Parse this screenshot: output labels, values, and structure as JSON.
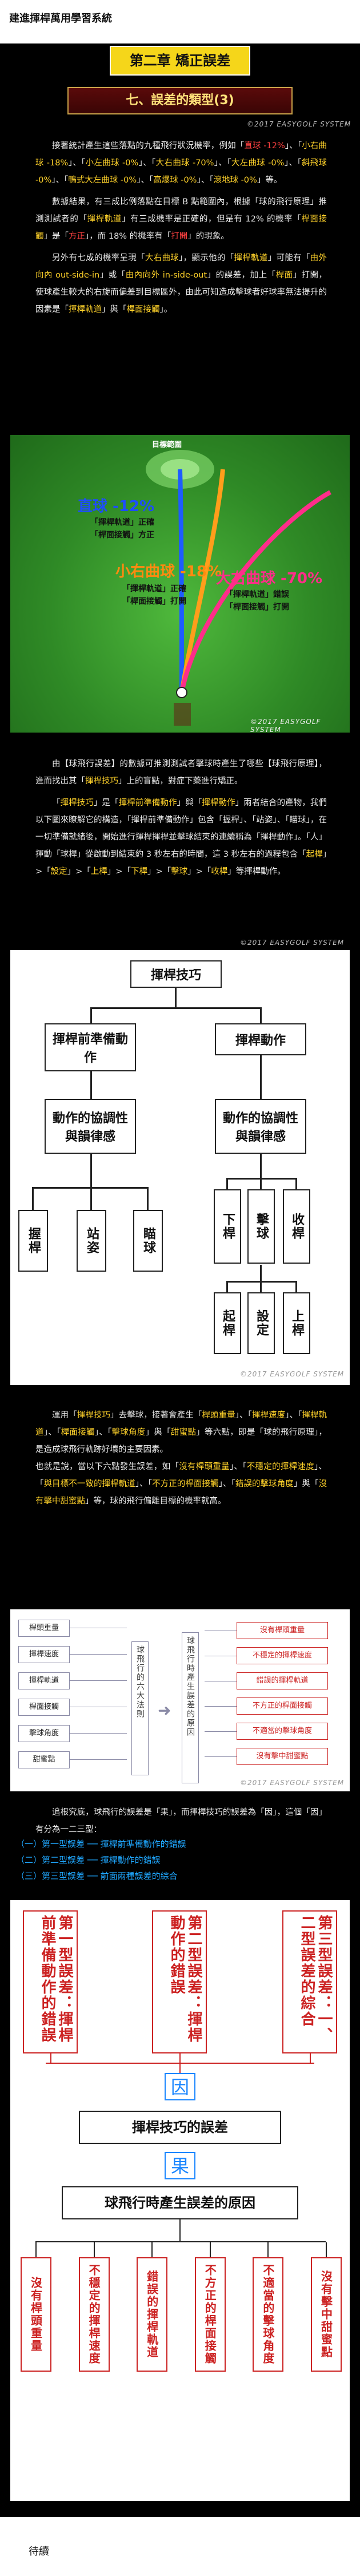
{
  "header": {
    "system_title": "建進揮桿萬用學習系統",
    "chapter_title": "第二章 矯正誤差",
    "section_title": "七、誤差的類型(3)",
    "watermark": "©2017 EASYGOLF SYSTEM"
  },
  "intro_paragraphs": [
    [
      {
        "t": "接著統計產生這些落點的九種飛行狀況機率，例如「"
      },
      {
        "t": "直球 -12%",
        "c": "r"
      },
      {
        "t": "」、「"
      },
      {
        "t": "小右曲球 -18%",
        "c": "y"
      },
      {
        "t": "」、「"
      },
      {
        "t": "小左曲球 -0%",
        "c": "y"
      },
      {
        "t": "」、「"
      },
      {
        "t": "大右曲球 -70%",
        "c": "y"
      },
      {
        "t": "」、「"
      },
      {
        "t": "大左曲球 -0%",
        "c": "y"
      },
      {
        "t": "」、「"
      },
      {
        "t": "斜飛球 -0%",
        "c": "y"
      },
      {
        "t": "」、「"
      },
      {
        "t": "鴨式大左曲球 -0%",
        "c": "y"
      },
      {
        "t": "」、「"
      },
      {
        "t": "高爆球 -0%",
        "c": "y"
      },
      {
        "t": "」、「"
      },
      {
        "t": "滾地球 -0%",
        "c": "y"
      },
      {
        "t": "」等。"
      }
    ],
    [
      {
        "t": "數據結果，有三成比例落點在目標 B 點範圍內，根據「球的飛行原理」推測測試者的「"
      },
      {
        "t": "揮桿軌道",
        "c": "y"
      },
      {
        "t": "」有三成機率是正確的，但是有 12% 的機率「"
      },
      {
        "t": "桿面接觸",
        "c": "y"
      },
      {
        "t": "」是「"
      },
      {
        "t": "方正",
        "c": "r"
      },
      {
        "t": "」，而 18% 的機率有「"
      },
      {
        "t": "打開",
        "c": "r"
      },
      {
        "t": "」的現象。"
      }
    ],
    [
      {
        "t": "另外有七成的機率呈現「"
      },
      {
        "t": "大右曲球",
        "c": "y"
      },
      {
        "t": "」，顯示他的「"
      },
      {
        "t": "揮桿軌道",
        "c": "y"
      },
      {
        "t": "」可能有「"
      },
      {
        "t": "由外向內 out-side-in",
        "c": "y"
      },
      {
        "t": "」或「"
      },
      {
        "t": "由內向外 in-side-out",
        "c": "y"
      },
      {
        "t": "」的誤差，加上「"
      },
      {
        "t": "桿面",
        "c": "y"
      },
      {
        "t": "」打開，使球產生較大的右旋而偏差到目標區外，由此可知造成擊球者好球率無法提升的因素是「"
      },
      {
        "t": "揮桿軌道",
        "c": "y"
      },
      {
        "t": "」與「"
      },
      {
        "t": "桿面接觸",
        "c": "y"
      },
      {
        "t": "」。"
      }
    ]
  ],
  "trajectory_figure": {
    "target_label": "目標範圍",
    "straight_label": "直球 -12%",
    "straight_notes": [
      "「揮桿軌道」正確",
      "「桿面接觸」方正"
    ],
    "small_right_label": "小右曲球 -18%",
    "small_right_notes": [
      "「揮桿軌道」正確",
      "「桿面接觸」打開"
    ],
    "big_right_label": "大右曲球 -70%",
    "big_right_notes": [
      "「揮桿軌道」錯誤",
      "「桿面接觸」打開"
    ]
  },
  "second_paragraphs": [
    [
      {
        "t": "由【球飛行誤差】的數據可推測測試者擊球時產生了哪些【球飛行原理】，進而找出其「"
      },
      {
        "t": "揮桿技巧",
        "c": "y"
      },
      {
        "t": "」上的盲點，對症下藥進行矯正。"
      }
    ],
    [
      {
        "t": "「"
      },
      {
        "t": "揮桿技巧",
        "c": "y"
      },
      {
        "t": "」是「"
      },
      {
        "t": "揮桿前準備動作",
        "c": "y"
      },
      {
        "t": "」與「"
      },
      {
        "t": "揮桿動作",
        "c": "y"
      },
      {
        "t": "」兩者結合的產物，我們以下圖來瞭解它的構造，「揮桿前準備動作」包含「握桿」、「站姿」、「瞄球」，在一切準備就緒後，開始進行揮桿揮桿並擊球結束的連續稱為「揮桿動作」。「人」揮動「球桿」從啟動到結束約 3 秒左右的時間，這 3 秒左右的過程包含「"
      },
      {
        "t": "起桿",
        "c": "y"
      },
      {
        "t": "」>「"
      },
      {
        "t": "設定",
        "c": "y"
      },
      {
        "t": "」>「"
      },
      {
        "t": "上桿",
        "c": "y"
      },
      {
        "t": "」>「"
      },
      {
        "t": "下桿",
        "c": "y"
      },
      {
        "t": "」>「"
      },
      {
        "t": "擊球",
        "c": "y"
      },
      {
        "t": "」>「"
      },
      {
        "t": "收桿",
        "c": "y"
      },
      {
        "t": "」等揮桿動作。"
      }
    ]
  ],
  "tree": {
    "root": "揮桿技巧",
    "left": "揮桿前準備動作",
    "right": "揮桿動作",
    "left_sub": "動作的協調性與韻律感",
    "right_sub": "動作的協調性與韻律感",
    "left_leaves": [
      "握桿",
      "站姿",
      "瞄球"
    ],
    "right_mid": [
      "下桿",
      "擊球",
      "收桿"
    ],
    "right_leaves": [
      "起桿",
      "設定",
      "上桿"
    ]
  },
  "third_paragraph": [
    {
      "t": "運用「"
    },
    {
      "t": "揮桿技巧",
      "c": "y"
    },
    {
      "t": "」去擊球，接著會產生「"
    },
    {
      "t": "桿頭重量",
      "c": "y"
    },
    {
      "t": "」、「"
    },
    {
      "t": "揮桿速度",
      "c": "y"
    },
    {
      "t": "」、「"
    },
    {
      "t": "揮桿軌道",
      "c": "y"
    },
    {
      "t": "」、「"
    },
    {
      "t": "桿面接觸",
      "c": "y"
    },
    {
      "t": "」、「"
    },
    {
      "t": "擊球角度",
      "c": "y"
    },
    {
      "t": "」與「"
    },
    {
      "t": "甜蜜點",
      "c": "y"
    },
    {
      "t": "」等六點，即是「球的飛行原理」，是造成球飛行軌跡好壞的主要因素。"
    },
    {
      "br": true
    },
    {
      "t": "也就是說，當以下六點發生誤差，如「"
    },
    {
      "t": "沒有桿頭重量",
      "c": "y"
    },
    {
      "t": "」、「"
    },
    {
      "t": "不穩定的揮桿速度",
      "c": "y"
    },
    {
      "t": "」、「"
    },
    {
      "t": "與目標不一致的揮桿軌道",
      "c": "y"
    },
    {
      "t": "」、「"
    },
    {
      "t": "不方正的桿面接觸",
      "c": "y"
    },
    {
      "t": "」、「"
    },
    {
      "t": "錯誤的擊球角度",
      "c": "y"
    },
    {
      "t": "」與「"
    },
    {
      "t": "沒有擊中甜蜜點",
      "c": "y"
    },
    {
      "t": "」等，球的飛行偏離目標的機率就高。"
    }
  ],
  "factor_diagram": {
    "left": [
      "桿頭重量",
      "揮桿速度",
      "揮桿軌道",
      "桿面接觸",
      "擊球角度",
      "甜蜜點"
    ],
    "left_caption": "球飛行的六大法則",
    "right_caption": "球飛行時產生誤差的原因",
    "right": [
      "沒有桿頭重量",
      "不穩定的揮桿速度",
      "錯誤的揮桿軌道",
      "不方正的桿面接觸",
      "不適當的擊球角度",
      "沒有擊中甜蜜點"
    ]
  },
  "fourth_paragraph": [
    {
      "t": "追根究底，球飛行的誤差是「果」，而揮桿技巧的誤差為「因」，這個「因」有分為一二三型："
    }
  ],
  "error_types": [
    "（一）第一型誤差 ── 揮桿前準備動作的錯誤",
    "（二）第二型誤差 ── 揮桿動作的錯誤",
    "（三）第三型誤差 ── 前面兩種誤差的綜合"
  ],
  "cause_diagram": {
    "types": [
      "第一型誤差：揮桿前準備動作的錯誤",
      "第二型誤差：揮桿動作的錯誤",
      "第三型誤差：一、二型誤差的綜合"
    ],
    "cause_char": "因",
    "middle": "揮桿技巧的誤差",
    "effect_char": "果",
    "bottom": "球飛行時產生誤差的原因",
    "reasons": [
      "沒有桿頭重量",
      "不穩定的揮桿速度",
      "錯誤的揮桿軌道",
      "不方正的桿面接觸",
      "不適當的擊球角度",
      "沒有擊中甜蜜點"
    ]
  },
  "footer": {
    "label": "待續"
  },
  "colors": {
    "accent_yellow": "#ffd22a",
    "accent_red": "#ff4040",
    "accent_blue": "#1fa7ff",
    "chapter_bg": "#f5d61a"
  }
}
